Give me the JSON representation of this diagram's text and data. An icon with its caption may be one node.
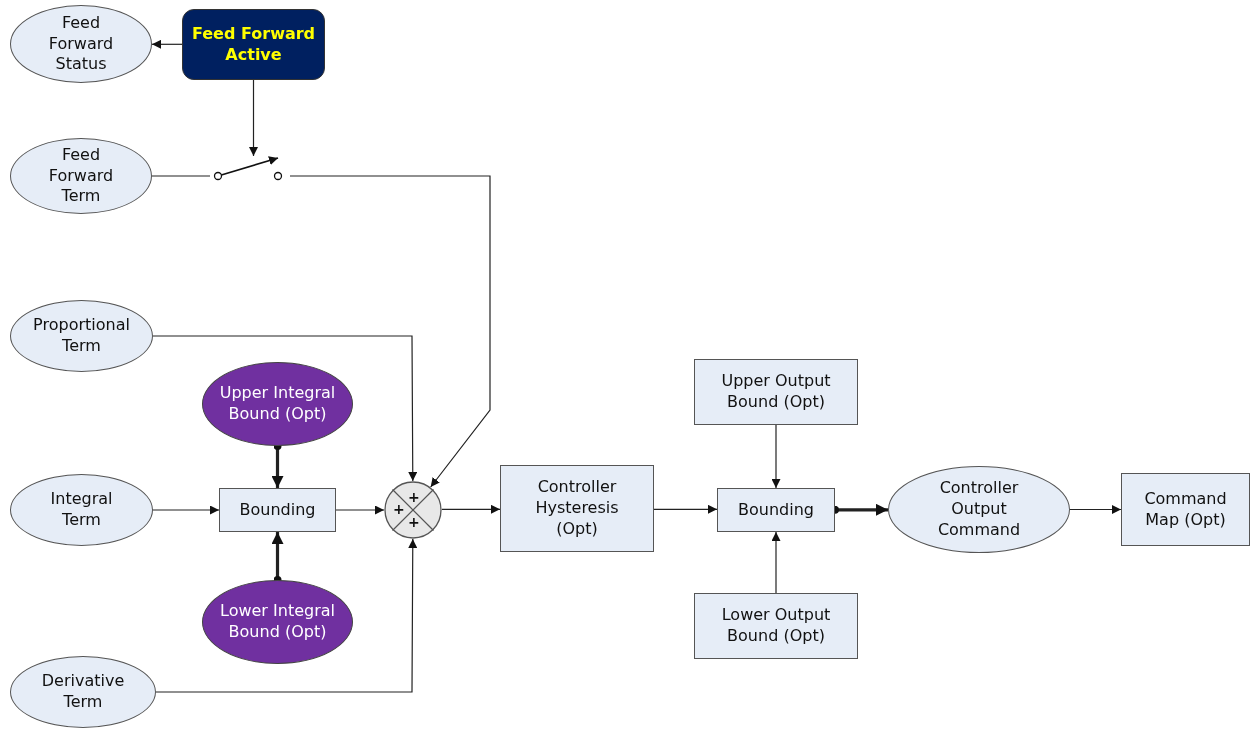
{
  "diagram": {
    "nodes": [
      {
        "text": [
          "Feed Forward Status"
        ]
      },
      {
        "text": [
          "Feed Forward Active"
        ]
      },
      {
        "text": [
          "Feed Forward Term"
        ]
      },
      {
        "text": [],
        "shape": "switch"
      },
      {
        "text": [
          "Proportional Term"
        ]
      },
      {
        "text": [
          "Upper Integral Bound (Opt)"
        ]
      },
      {
        "text": [
          "Integral Term"
        ]
      },
      {
        "text": [
          "Bounding"
        ]
      },
      {
        "text": [
          "+",
          "+",
          "+"
        ]
      },
      {
        "text": [
          "Lower Integral Bound (Opt)"
        ]
      },
      {
        "text": [
          "Derivative Term"
        ]
      },
      {
        "text": [
          "Controller Hysteresis (Opt)"
        ]
      },
      {
        "text": [
          "Upper Output Bound (Opt)"
        ]
      },
      {
        "text": [
          "Bounding"
        ]
      },
      {
        "text": [
          "Lower Output Bound (Opt)"
        ]
      },
      {
        "text": [
          "Controller Output Command"
        ]
      },
      {
        "text": [
          "Command Map (Opt)"
        ]
      }
    ],
    "edges": [
      {
        "from": 1,
        "to": 0,
        "arrow": "to"
      },
      {
        "from": 1,
        "to": 3,
        "arrow": "to"
      },
      {
        "from": 2,
        "to": 3,
        "arrow": "none"
      },
      {
        "from": 3,
        "to": 8,
        "arrow": "to"
      },
      {
        "from": 4,
        "to": 8,
        "arrow": "to"
      },
      {
        "from": 5,
        "to": 7,
        "arrow": "to",
        "style": "thick"
      },
      {
        "from": 9,
        "to": 7,
        "arrow": "to",
        "style": "thick"
      },
      {
        "from": 6,
        "to": 7,
        "arrow": "to"
      },
      {
        "from": 7,
        "to": 8,
        "arrow": "to"
      },
      {
        "from": 10,
        "to": 8,
        "arrow": "to"
      },
      {
        "from": 8,
        "to": 11,
        "arrow": "to"
      },
      {
        "from": 11,
        "to": 13,
        "arrow": "to"
      },
      {
        "from": 12,
        "to": 13,
        "arrow": "to"
      },
      {
        "from": 14,
        "to": 13,
        "arrow": "to"
      },
      {
        "from": 13,
        "to": 15,
        "arrow": "to",
        "style": "thick"
      },
      {
        "from": 15,
        "to": 16,
        "arrow": "to"
      }
    ]
  }
}
